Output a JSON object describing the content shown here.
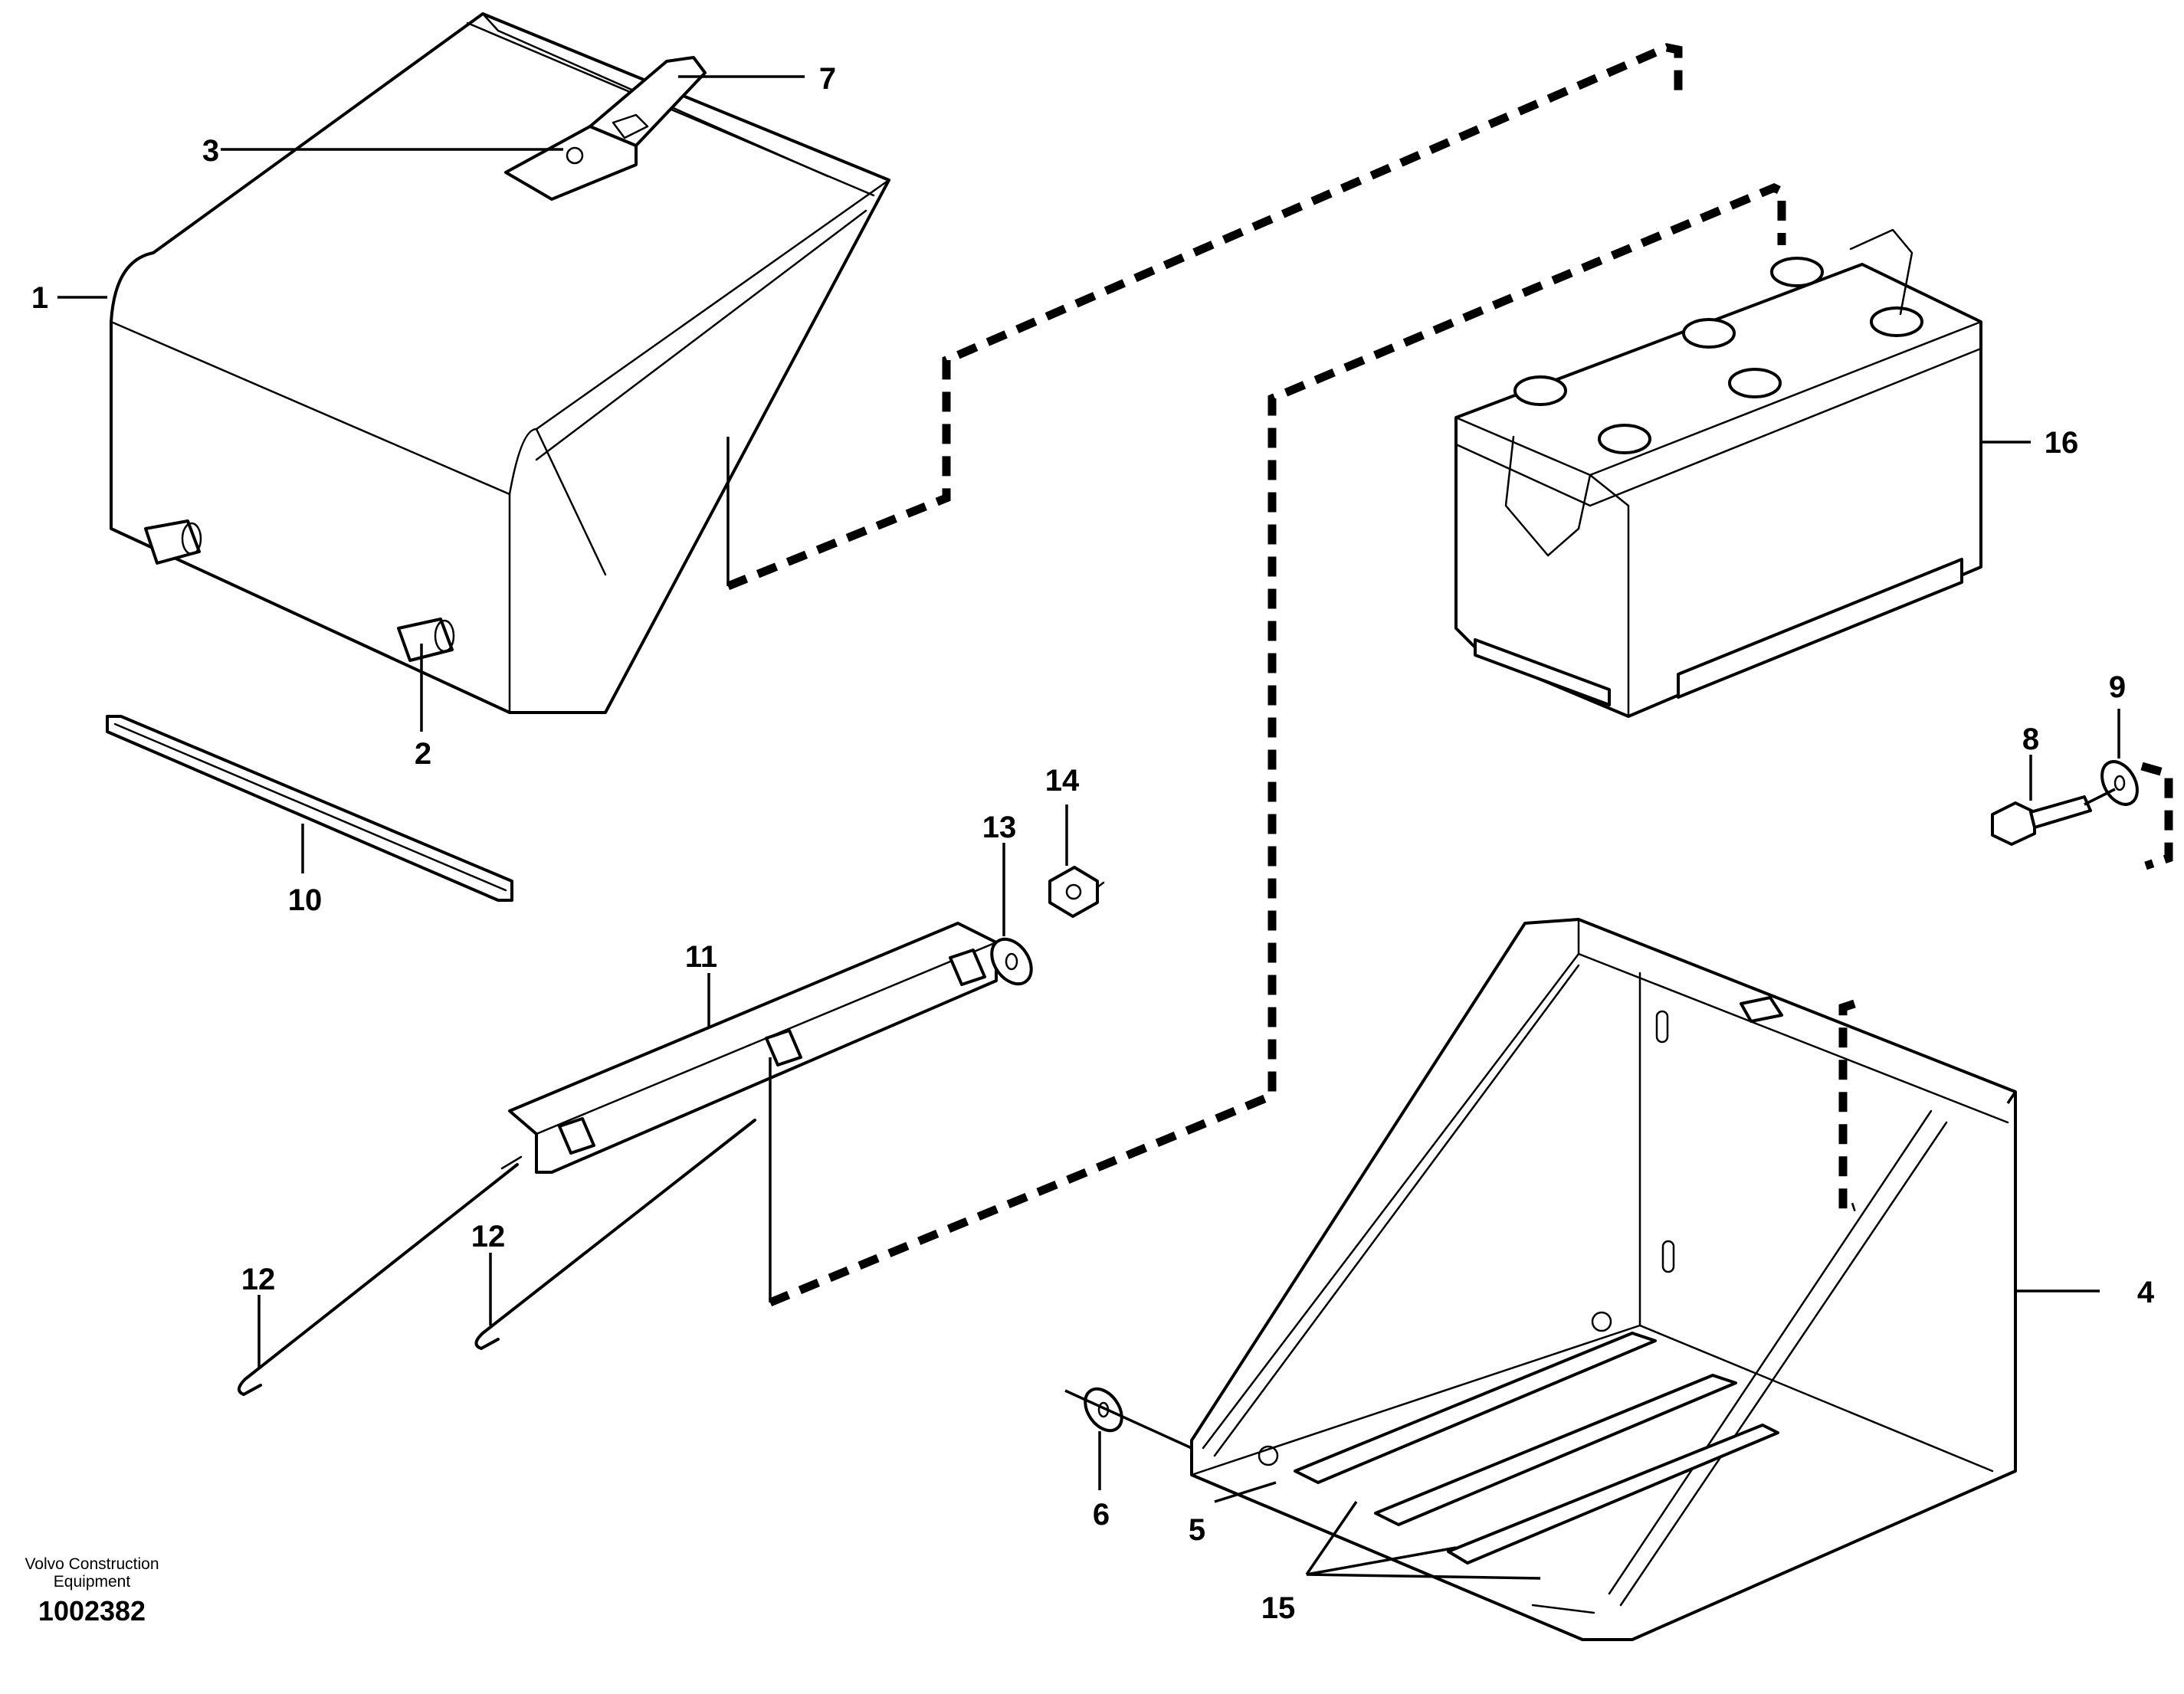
{
  "diagram": {
    "callouts": {
      "1": "1",
      "2": "2",
      "3": "3",
      "4": "4",
      "5": "5",
      "6": "6",
      "7": "7",
      "8": "8",
      "9": "9",
      "10": "10",
      "11": "11",
      "12a": "12",
      "12b": "12",
      "13": "13",
      "14": "14",
      "15": "15",
      "16": "16"
    }
  },
  "footer": {
    "company_line1": "Volvo Construction",
    "company_line2": "Equipment",
    "doc_number": "1002382"
  }
}
